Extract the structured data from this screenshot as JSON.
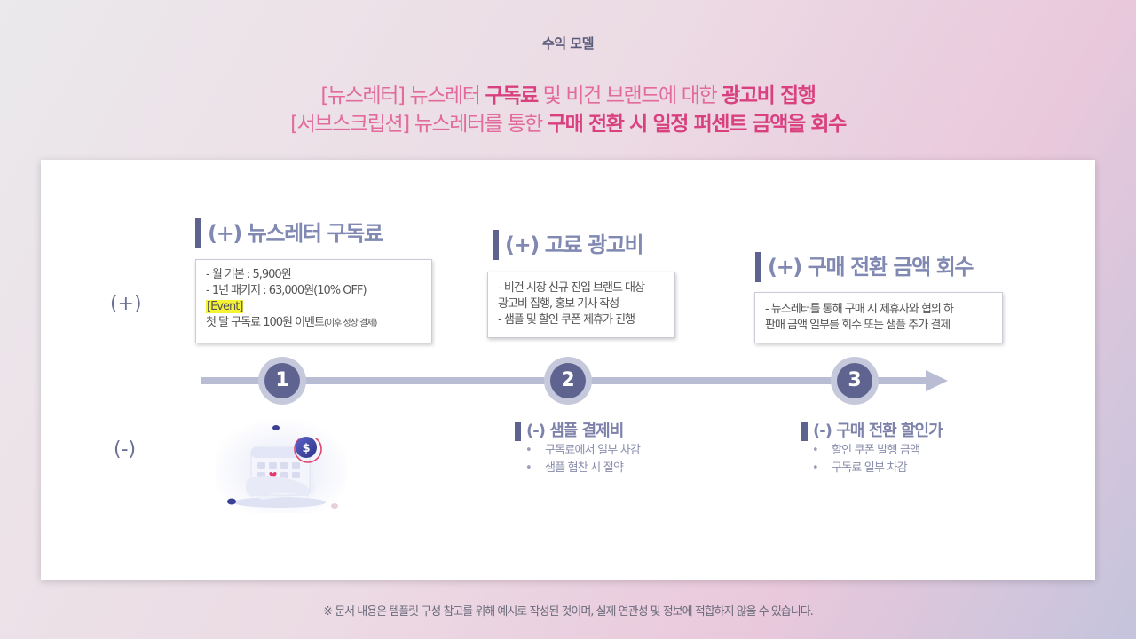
{
  "header": {
    "label": "수익 모델",
    "line1": {
      "pre": "[뉴스레터] 뉴스레터 ",
      "b1": "구독료",
      "mid": " 및 비건 브랜드에 대한 ",
      "b2": "광고비 집행"
    },
    "line2": {
      "pre": "[서브스크립션] 뉴스레터를 통한 ",
      "b1": "구매 전환 시 일정 퍼센트 금액을 회수"
    }
  },
  "side_labels": {
    "plus": "(+)",
    "minus": "(-)"
  },
  "step1": {
    "title": "(+) 뉴스레터 구독료",
    "lines": [
      "-    월 기본 : 5,900원",
      "-    1년 패키지 : 63,000원(10% OFF)"
    ],
    "event_tag": "[Event]",
    "event_text": "첫 달 구독료 100원 이벤트",
    "event_note": "(이후 정상 결제)"
  },
  "step2": {
    "title": "(+) 고료 광고비",
    "lines": [
      "-    비건 시장 신규 진입 브랜드 대상",
      "      광고비 집행, 홍보 기사 작성",
      "-    샘플 및 할인 쿠폰 제휴가 진행"
    ],
    "minus_title": "(-) 샘플 결제비",
    "minus_items": [
      "구독료에서 일부 차감",
      "샘플 협찬 시 절약"
    ]
  },
  "step3": {
    "title": "(+) 구매 전환 금액 회수",
    "lines": [
      "-    뉴스레터를 통해 구매 시 제휴사와 협의 하",
      "      판매 금액 일부를 회수 또는 샘플 추가 결제"
    ],
    "minus_title": "(-) 구매 전환 할인가",
    "minus_items": [
      "할인 쿠폰 발행 금액",
      "구독료 일부 차감"
    ]
  },
  "timeline": {
    "steps": [
      "1",
      "2",
      "3"
    ]
  },
  "illustration": {
    "coin_symbol": "$",
    "icon": "calendar-payment-icon"
  },
  "colors": {
    "accent": "#d9407f",
    "pink": "#e26a9c",
    "navy": "#5f6390",
    "lavender": "#8189b3"
  },
  "footer": "※ 문서 내용은 템플릿 구성 참고를 위해 예시로 작성된 것이며, 실제 연관성 및 정보에 적합하지 않을 수 있습니다."
}
